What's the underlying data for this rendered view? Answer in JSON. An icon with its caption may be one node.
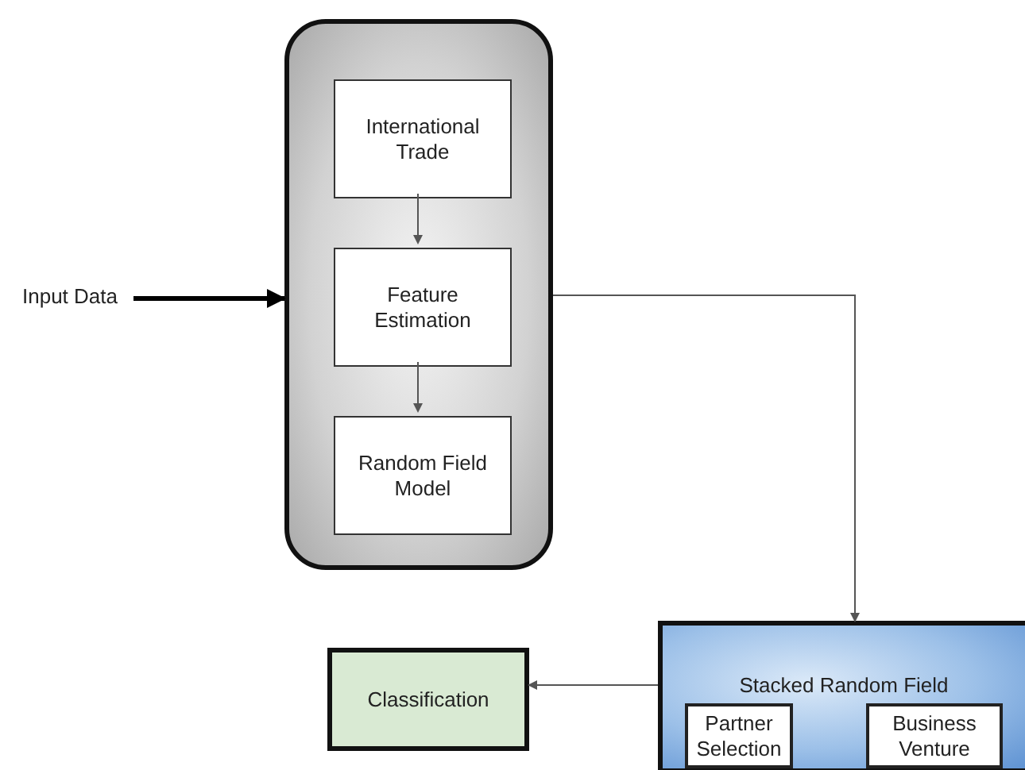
{
  "diagram": {
    "nodes": [
      {
        "text": [
          "Input Data"
        ]
      },
      {
        "text": [],
        "shape": "box"
      },
      {
        "text": [
          "International Trade"
        ],
        "in": 1
      },
      {
        "text": [
          "Feature Estimation"
        ],
        "in": 1
      },
      {
        "text": [
          "Random Field Model"
        ],
        "in": 1
      },
      {
        "text": [
          "Stacked Random Field"
        ]
      },
      {
        "text": [
          "Partner Selection"
        ],
        "in": 5
      },
      {
        "text": [
          "Business Venture"
        ],
        "in": 5
      },
      {
        "text": [
          "Classification"
        ]
      }
    ],
    "edges": [
      {
        "from": 0,
        "to": 1,
        "arrow": "to",
        "style": "thick",
        "color": "#000000"
      },
      {
        "from": 1,
        "to": 5,
        "arrow": "to"
      },
      {
        "from": 2,
        "to": 3,
        "arrow": "to"
      },
      {
        "from": 3,
        "to": 4,
        "arrow": "to"
      },
      {
        "from": 5,
        "to": 8,
        "arrow": "to"
      }
    ]
  }
}
